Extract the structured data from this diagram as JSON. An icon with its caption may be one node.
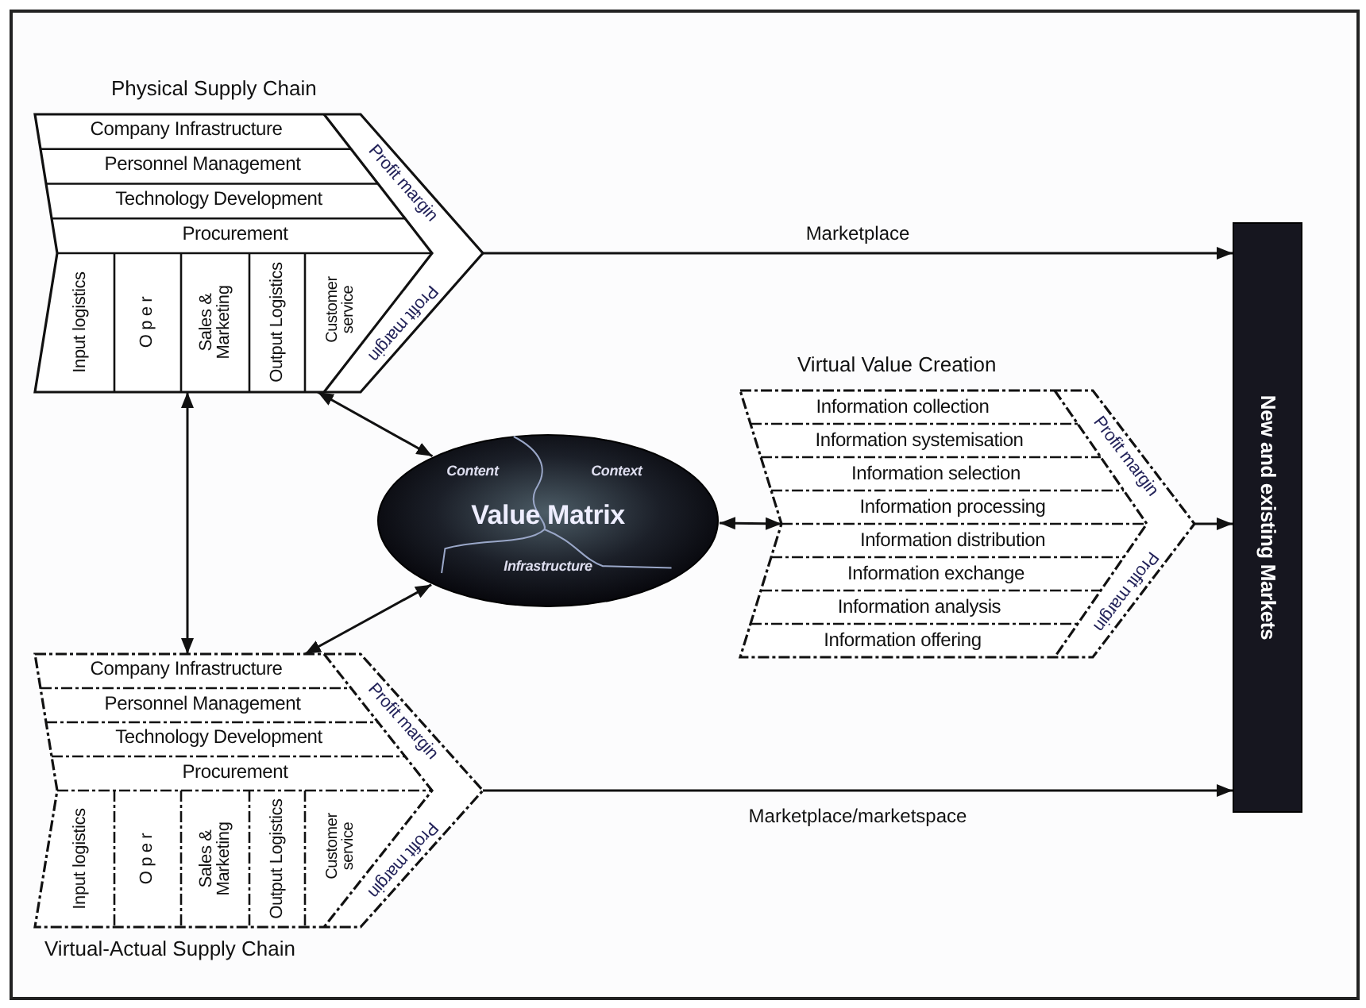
{
  "diagram": {
    "nodes": [
      {
        "text": [
          "Physical Supply Chain",
          "Company Infrastructure",
          "Personnel Management",
          "Technology Development",
          "Procurement",
          "Input logistics",
          "O p e r",
          "Sales & Marketing",
          "Output Logistics",
          "Customer service",
          "Profit margin",
          "Profit margin"
        ]
      },
      {
        "text": [
          "Value Matrix",
          "Content",
          "Context",
          "Infrastructure"
        ]
      },
      {
        "text": [
          "Virtual Value Creation",
          "Information collection",
          "Information systemisation",
          "Information selection",
          "Information processing",
          "Information distribution",
          "Information exchange",
          "Information analysis",
          "Information offering",
          "Profit margin",
          "Profit margin"
        ]
      },
      {
        "text": [
          "New and existing Markets"
        ]
      },
      {
        "text": [
          "Company Infrastructure",
          "Personnel Management",
          "Technology Development",
          "Procurement",
          "Input logistics",
          "O p e r",
          "Sales & Marketing",
          "Output Logistics",
          "Customer service",
          "Profit margin",
          "Profit margin",
          "Virtual-Actual Supply Chain"
        ]
      }
    ],
    "edges": [
      {
        "from": 0,
        "to": 3,
        "arrow": "to",
        "label": "Marketplace"
      },
      {
        "from": 4,
        "to": 3,
        "arrow": "to",
        "label": "Marketplace/marketspace"
      },
      {
        "from": 2,
        "to": 3,
        "arrow": "to"
      },
      {
        "from": 0,
        "to": 4,
        "arrow": "both"
      },
      {
        "from": 0,
        "to": 1,
        "arrow": "both"
      },
      {
        "from": 4,
        "to": 1,
        "arrow": "both"
      },
      {
        "from": 1,
        "to": 2,
        "arrow": "both"
      }
    ]
  }
}
